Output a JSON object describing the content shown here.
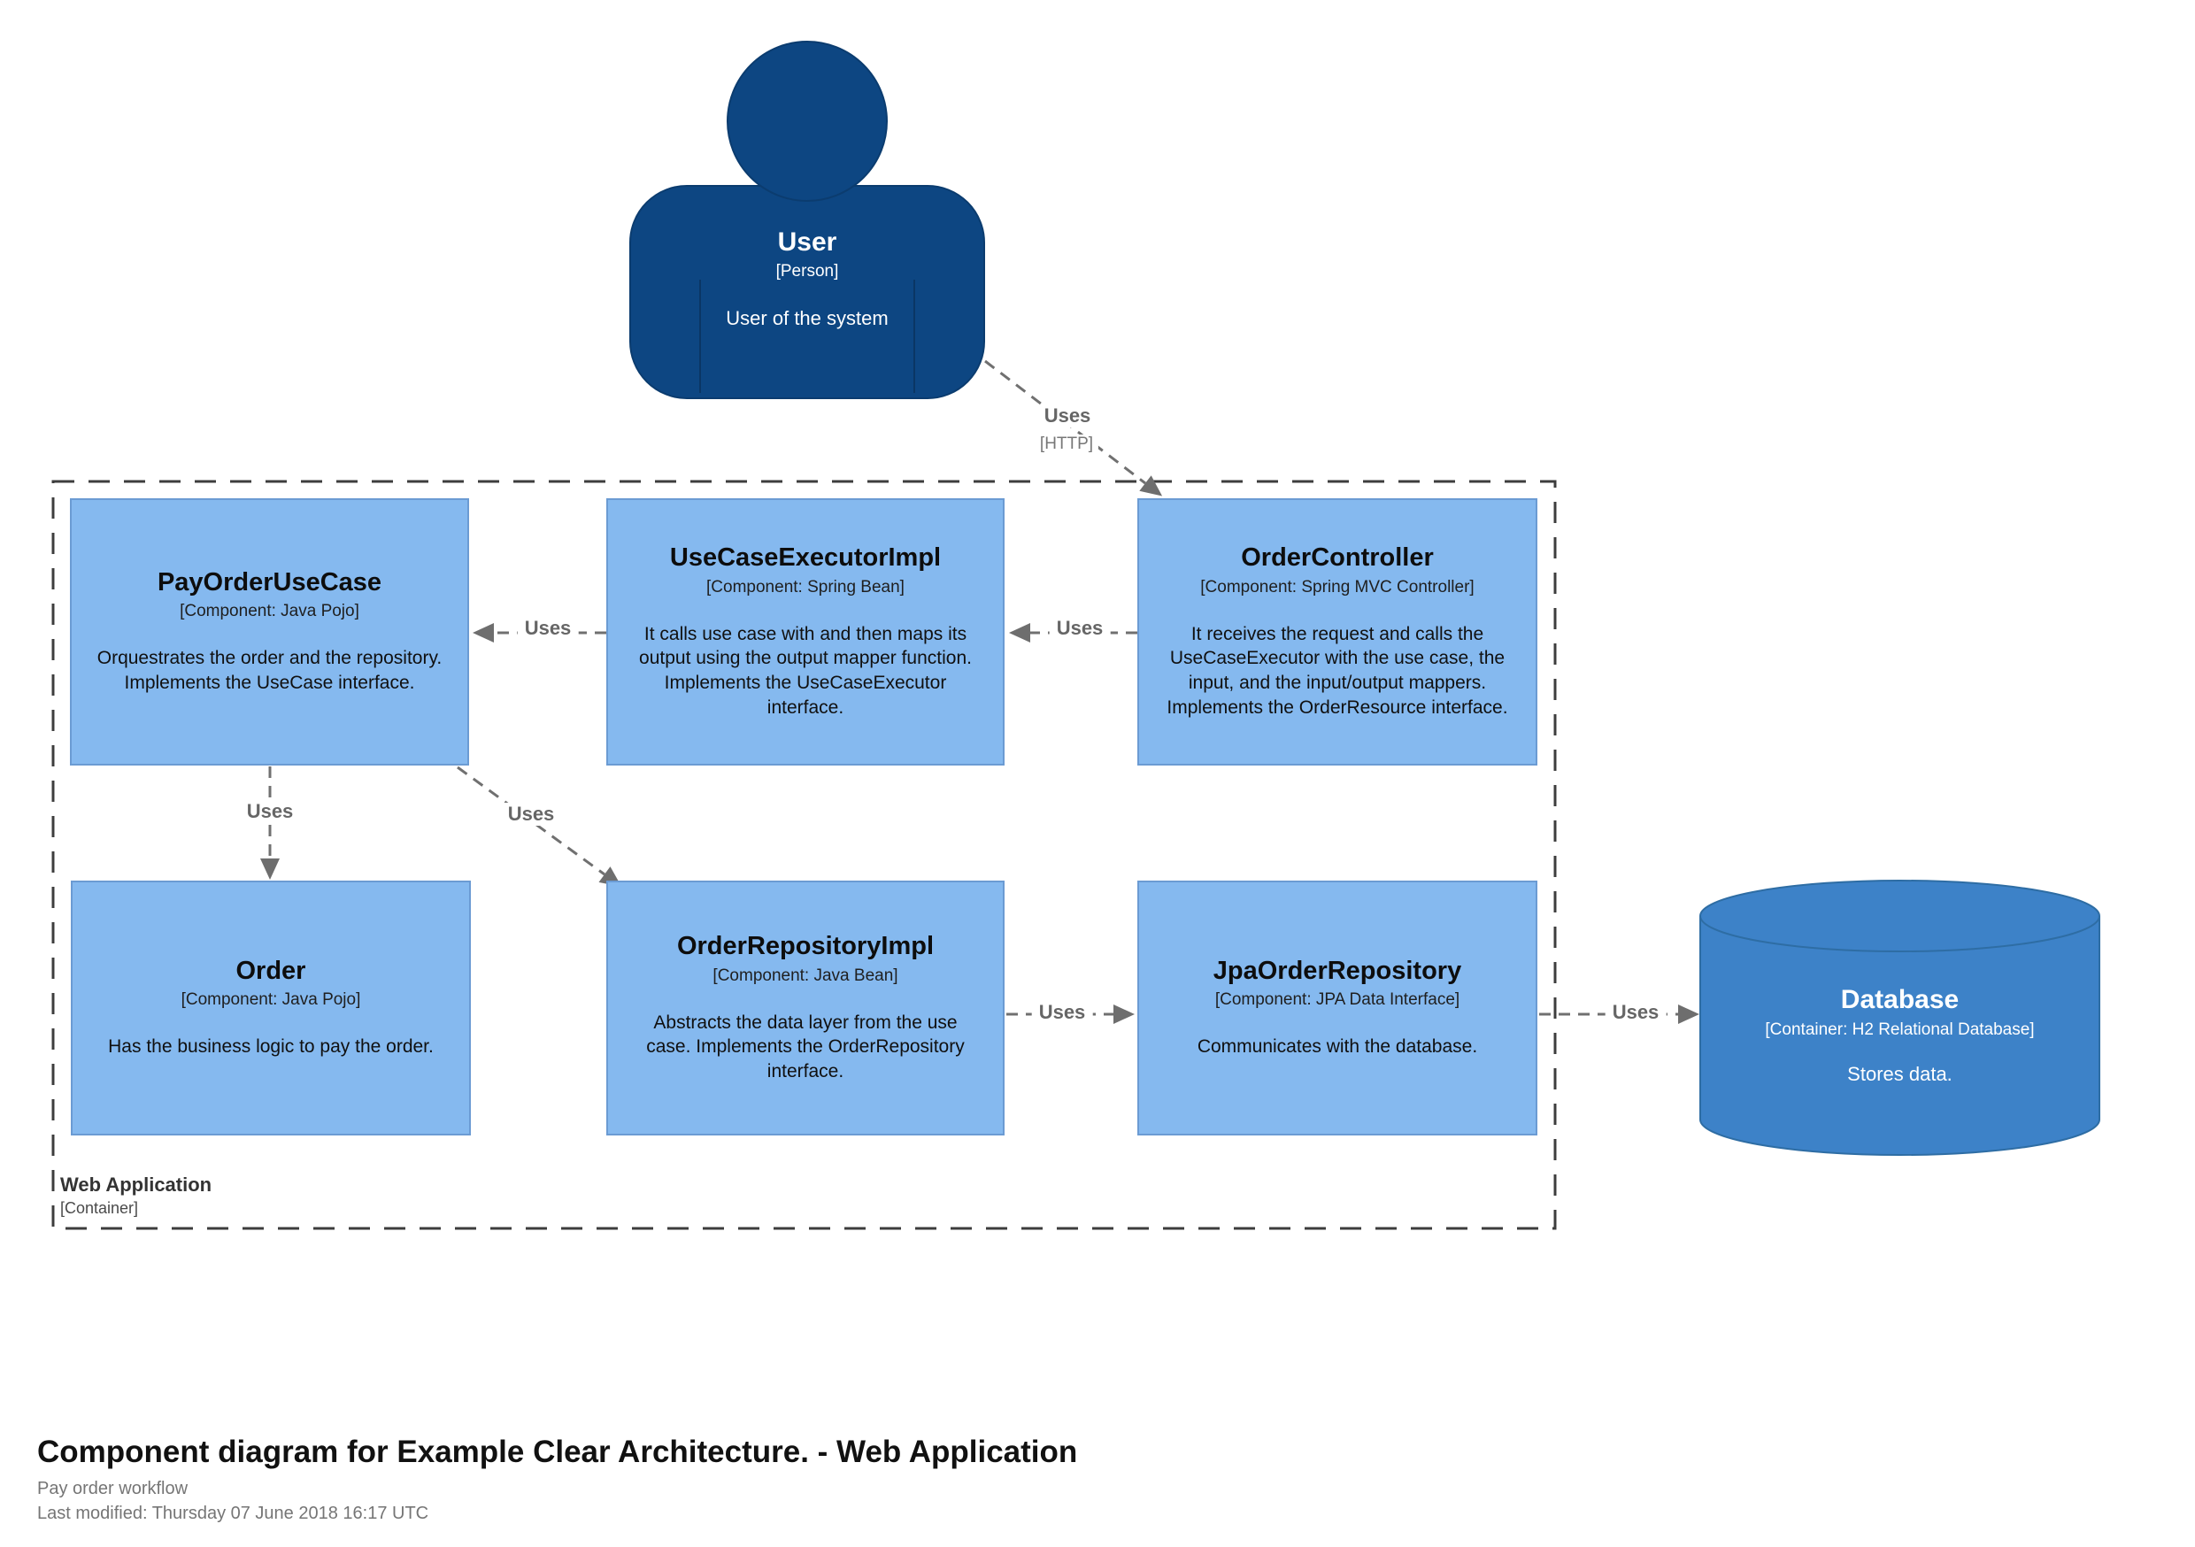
{
  "person": {
    "name": "User",
    "type": "[Person]",
    "description": "User of the system"
  },
  "container_boundary": {
    "name": "Web Application",
    "type": "[Container]"
  },
  "components": [
    {
      "name": "PayOrderUseCase",
      "type": "[Component: Java Pojo]",
      "description": "Orquestrates the order and the repository. Implements the UseCase interface."
    },
    {
      "name": "UseCaseExecutorImpl",
      "type": "[Component: Spring Bean]",
      "description": "It calls use case with and then maps its output using the output mapper function. Implements the UseCaseExecutor interface."
    },
    {
      "name": "OrderController",
      "type": "[Component: Spring MVC Controller]",
      "description": "It receives the request and calls the UseCaseExecutor with the use case, the input, and the input/output mappers. Implements the OrderResource interface."
    },
    {
      "name": "Order",
      "type": "[Component: Java Pojo]",
      "description": "Has the business logic to pay the order."
    },
    {
      "name": "OrderRepositoryImpl",
      "type": "[Component: Java Bean]",
      "description": "Abstracts the data layer from the use case. Implements the OrderRepository interface."
    },
    {
      "name": "JpaOrderRepository",
      "type": "[Component: JPA Data Interface]",
      "description": "Communicates with the database."
    }
  ],
  "database": {
    "name": "Database",
    "type": "[Container: H2 Relational Database]",
    "description": "Stores data."
  },
  "relationships": [
    {
      "label": "Uses",
      "technology": "[HTTP]"
    },
    {
      "label": "Uses"
    },
    {
      "label": "Uses"
    },
    {
      "label": "Uses"
    },
    {
      "label": "Uses"
    },
    {
      "label": "Uses"
    },
    {
      "label": "Uses"
    }
  ],
  "footer": {
    "title": "Component diagram for Example Clear Architecture. - Web Application",
    "subtitle": "Pay order workflow",
    "last_modified": "Last modified: Thursday 07 June 2018 16:17 UTC"
  },
  "colors": {
    "person_fill": "#0d4682",
    "component_fill": "#85b9ef",
    "component_border": "#6b9bd3",
    "database_fill": "#3d82c8",
    "database_border": "#2e6da4",
    "relationship": "#6e6e6e",
    "boundary": "#3d3d3d"
  }
}
